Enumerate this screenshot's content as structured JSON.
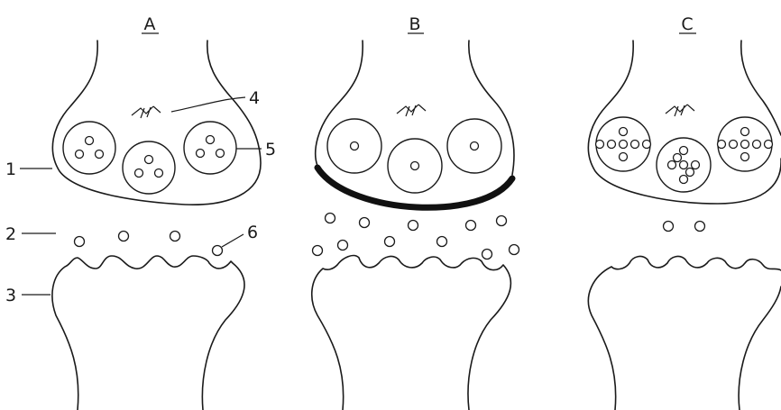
{
  "panels": [
    {
      "id": "A",
      "label": "A"
    },
    {
      "id": "B",
      "label": "B"
    },
    {
      "id": "C",
      "label": "C"
    }
  ],
  "callouts": [
    {
      "id": "1",
      "text": "1"
    },
    {
      "id": "2",
      "text": "2"
    },
    {
      "id": "3",
      "text": "3"
    },
    {
      "id": "4",
      "text": "4"
    },
    {
      "id": "5",
      "text": "5"
    },
    {
      "id": "6",
      "text": "6"
    }
  ],
  "mitochondrion_glyph": "-∕∕-",
  "colors": {
    "line": "#1a1a1a",
    "background": "#ffffff",
    "membrane_B": "#111111"
  }
}
